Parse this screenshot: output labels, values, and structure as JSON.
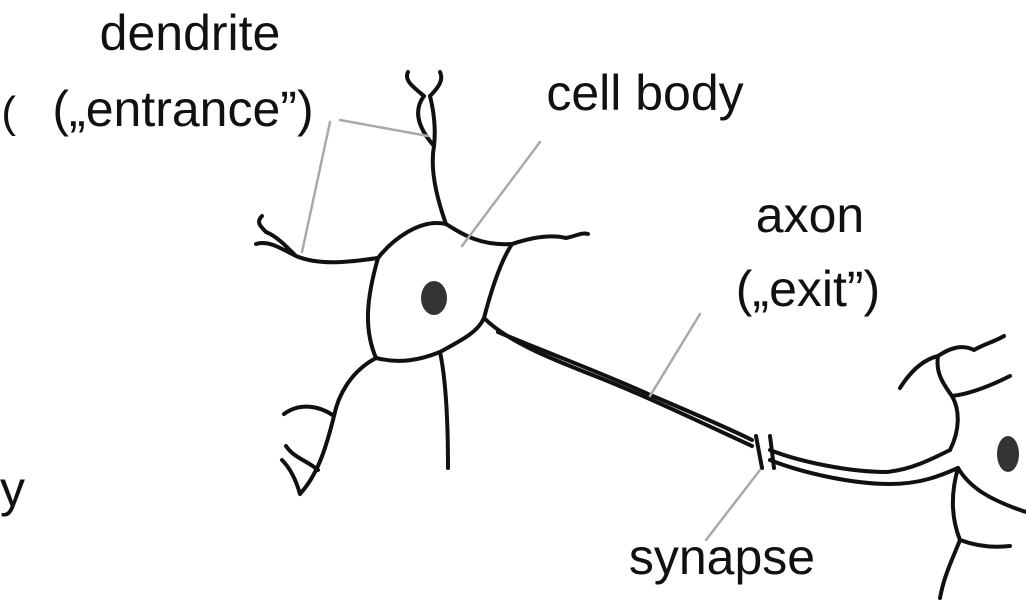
{
  "labels": {
    "dendrite_title": "dendrite",
    "dendrite_sub": "(„entrance”)",
    "cell_body": "cell body",
    "axon_title": "axon",
    "axon_sub": "(„exit”)",
    "synapse": "synapse",
    "left_edge_bracket": "(",
    "left_edge_fragment": "y"
  },
  "colors": {
    "ink": "#111111",
    "leader": "#a9a9a9",
    "nucleus": "#333333",
    "background": "#ffffff"
  }
}
